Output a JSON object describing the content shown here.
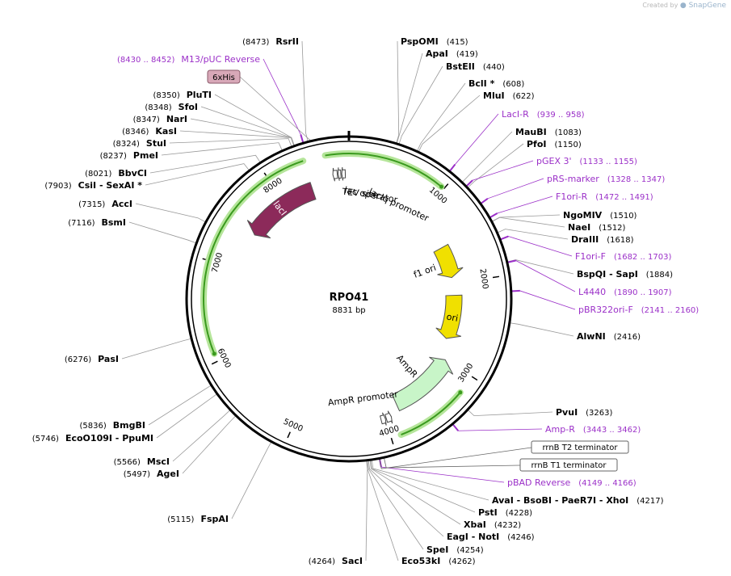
{
  "credit": {
    "prefix": "Created by",
    "brand": "SnapGene"
  },
  "plasmid": {
    "name": "RPO41",
    "length_label": "8831 bp",
    "total_bp": 8831
  },
  "colors": {
    "backbone": "#000000",
    "enzyme_line": "#999999",
    "primer": "#9b30c8",
    "feature_ring_glow": "#b5e59a",
    "feature_ring_line": "#3a9a1e",
    "lacI": "#8c2a5a",
    "ori": "#f0e000",
    "ampR": "#c8f5c8",
    "tag_6xhis": "#d8a8b8"
  },
  "ticks": [
    {
      "label": "1000",
      "bp": 1000
    },
    {
      "label": "2000",
      "bp": 2000
    },
    {
      "label": "3000",
      "bp": 3000
    },
    {
      "label": "4000",
      "bp": 4000
    },
    {
      "label": "5000",
      "bp": 5000
    },
    {
      "label": "6000",
      "bp": 6000
    },
    {
      "label": "7000",
      "bp": 7000
    },
    {
      "label": "8000",
      "bp": 8000
    }
  ],
  "features": [
    {
      "name": "lacI",
      "start": 7460,
      "end": 8380,
      "dir": -1,
      "kind": "cds",
      "color": "#8c2a5a",
      "label_inside": "lacI"
    },
    {
      "name": "f1 ori",
      "start": 1500,
      "end": 1920,
      "dir": 1,
      "kind": "ori",
      "color": "#f0e000",
      "label_outside": "f1 ori"
    },
    {
      "name": "ori",
      "start": 2160,
      "end": 2750,
      "dir": 1,
      "kind": "ori",
      "color": "#f0e000",
      "label_inside": "ori"
    },
    {
      "name": "AmpR",
      "start": 3000,
      "end": 3820,
      "dir": -1,
      "kind": "cds",
      "color": "#c8f5c8",
      "label_outside": "AmpR"
    }
  ],
  "feature_labels": [
    {
      "text": "lacIq promoter",
      "angle": 28
    },
    {
      "text": "lac operator",
      "angle": 12
    },
    {
      "text": "TEV site",
      "angle": 6
    },
    {
      "text": "AmpR promoter",
      "angle": 172
    }
  ],
  "tag_box": {
    "text": "6xHis"
  },
  "boxed_labels": [
    {
      "text": "rrnB T2 terminator"
    },
    {
      "text": "rrnB T1 terminator"
    }
  ],
  "enzymes_right": [
    {
      "name": "PspOMI",
      "pos": "(415)"
    },
    {
      "name": "ApaI",
      "pos": "(419)"
    },
    {
      "name": "BstEII",
      "pos": "(440)"
    },
    {
      "name": "BclI *",
      "pos": "(608)"
    },
    {
      "name": "MluI",
      "pos": "(622)"
    },
    {
      "name": "MauBI",
      "pos": "(1083)"
    },
    {
      "name": "PfoI",
      "pos": "(1150)"
    },
    {
      "name": "NgoMIV",
      "pos": "(1510)"
    },
    {
      "name": "NaeI",
      "pos": "(1512)"
    },
    {
      "name": "DraIII",
      "pos": "(1618)"
    },
    {
      "name": "BspQI  -  SapI",
      "pos": "(1884)"
    },
    {
      "name": "AlwNI",
      "pos": "(2416)"
    },
    {
      "name": "PvuI",
      "pos": "(3263)"
    },
    {
      "name": "AvaI  -  BsoBI  -  PaeR7I  -  XhoI",
      "pos": "(4217)"
    },
    {
      "name": "PstI",
      "pos": "(4228)"
    },
    {
      "name": "XbaI",
      "pos": "(4232)"
    },
    {
      "name": "EagI  -  NotI",
      "pos": "(4246)"
    },
    {
      "name": "SpeI",
      "pos": "(4254)"
    },
    {
      "name": "Eco53kI",
      "pos": "(4262)"
    }
  ],
  "enzymes_left": [
    {
      "name": "RsrII",
      "pos": "(8473)"
    },
    {
      "name": "PluTI",
      "pos": "(8350)"
    },
    {
      "name": "SfoI",
      "pos": "(8348)"
    },
    {
      "name": "NarI",
      "pos": "(8347)"
    },
    {
      "name": "KasI",
      "pos": "(8346)"
    },
    {
      "name": "StuI",
      "pos": "(8324)"
    },
    {
      "name": "PmeI",
      "pos": "(8237)"
    },
    {
      "name": "BbvCI",
      "pos": "(8021)"
    },
    {
      "name": "CsiI  -  SexAI *",
      "pos": "(7903)"
    },
    {
      "name": "AccI",
      "pos": "(7315)"
    },
    {
      "name": "BsmI",
      "pos": "(7116)"
    },
    {
      "name": "PasI",
      "pos": "(6276)"
    },
    {
      "name": "BmgBI",
      "pos": "(5836)"
    },
    {
      "name": "EcoO109I  -  PpuMI",
      "pos": "(5746)"
    },
    {
      "name": "MscI",
      "pos": "(5566)"
    },
    {
      "name": "AgeI",
      "pos": "(5497)"
    },
    {
      "name": "FspAI",
      "pos": "(5115)"
    },
    {
      "name": "SacI",
      "pos": "(4264)"
    }
  ],
  "primers_right": [
    {
      "name": "LacI-R",
      "range": "(939 .. 958)"
    },
    {
      "name": "pGEX 3'",
      "range": "(1133 .. 1155)"
    },
    {
      "name": "pRS-marker",
      "range": "(1328 .. 1347)"
    },
    {
      "name": "F1ori-R",
      "range": "(1472 .. 1491)"
    },
    {
      "name": "F1ori-F",
      "range": "(1682 .. 1703)"
    },
    {
      "name": "L4440",
      "range": "(1890 .. 1907)"
    },
    {
      "name": "pBR322ori-F",
      "range": "(2141 .. 2160)"
    },
    {
      "name": "Amp-R",
      "range": "(3443 .. 3462)"
    },
    {
      "name": "pBAD Reverse",
      "range": "(4149 .. 4166)"
    }
  ],
  "primers_left": [
    {
      "name": "M13/pUC Reverse",
      "range": "(8430 .. 8452)"
    }
  ]
}
